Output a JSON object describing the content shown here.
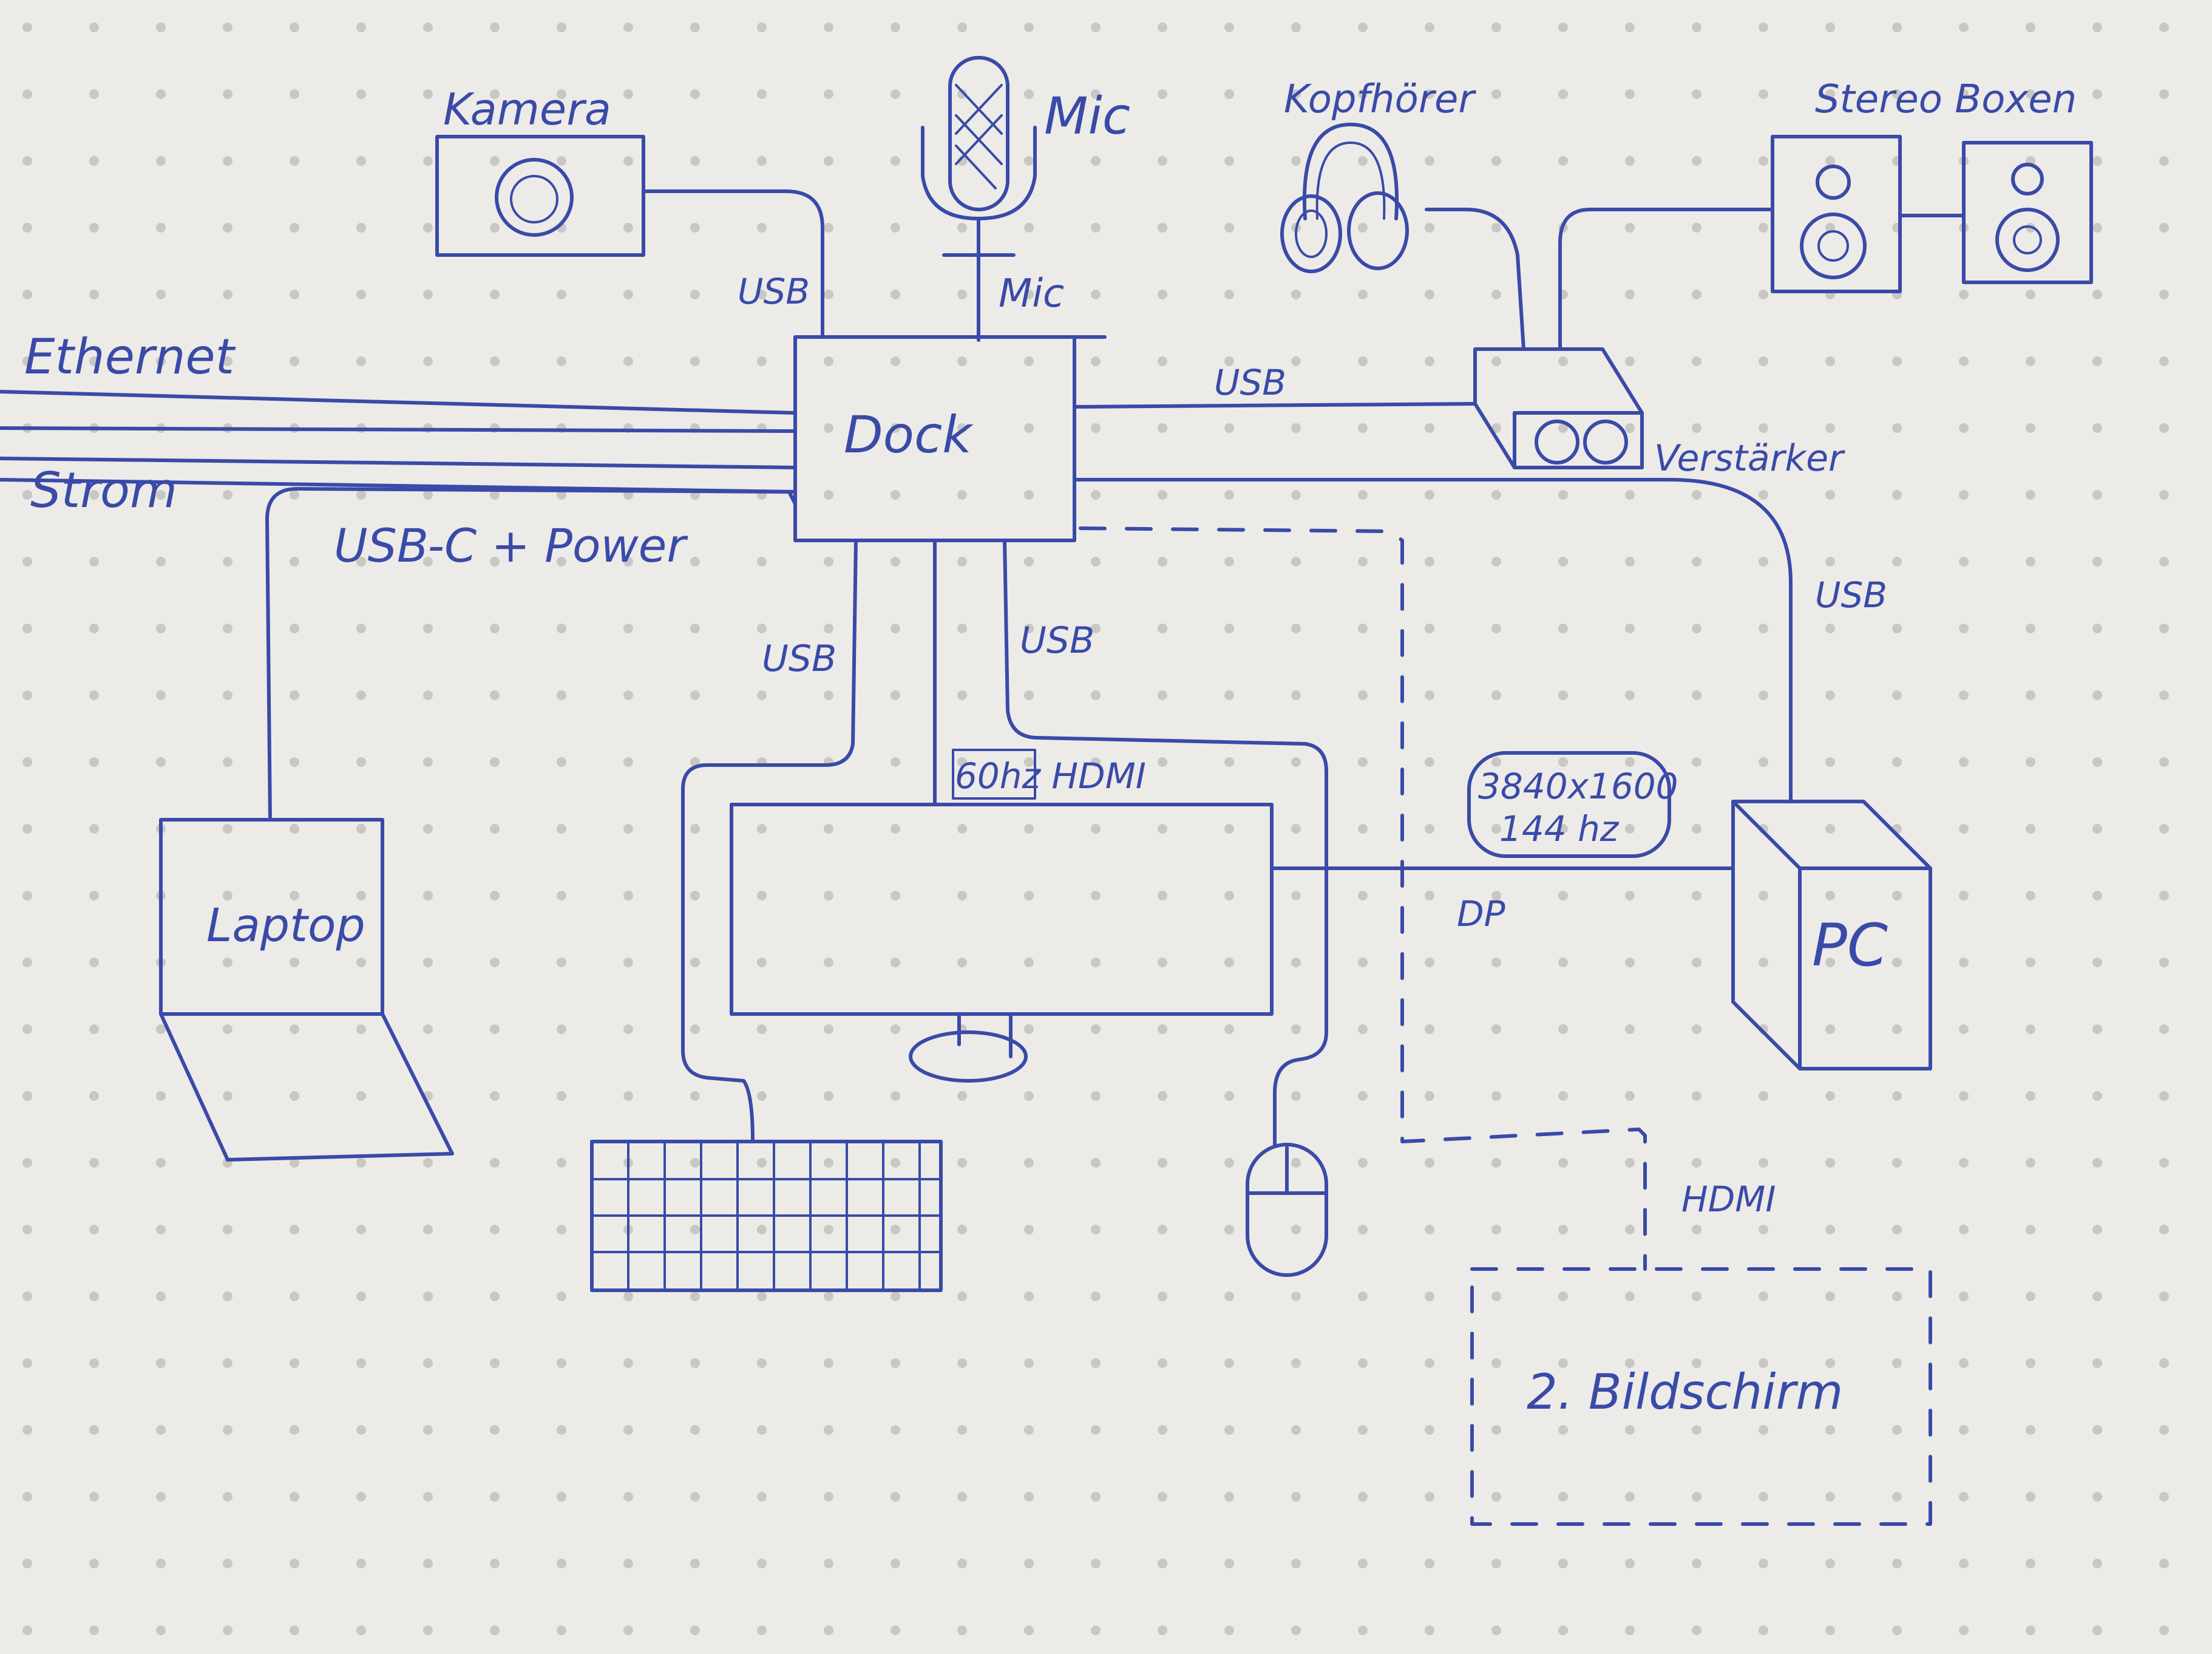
{
  "diagram": {
    "nodes": {
      "kamera": "Kamera",
      "mic_top": "Mic",
      "mic_side": "Mic",
      "kopfhoerer": "Kopfhörer",
      "stereo_boxen": "Stereo Boxen",
      "ethernet": "Ethernet",
      "strom": "Strom",
      "dock": "Dock",
      "verstaerker": "Verstärker",
      "laptop": "Laptop",
      "pc": "PC",
      "second_screen": "2. Bildschirm"
    },
    "edges": {
      "camera_usb": "USB",
      "dock_verst_usb": "USB",
      "laptop_link": "USB-C + Power",
      "keyboard_usb": "USB",
      "mouse_usb": "USB",
      "monitor_hdmi": "60hz HDMI",
      "pc_usb": "USB",
      "resolution_line1": "3840x1600",
      "resolution_line2": "144 hz",
      "dp": "DP",
      "second_hdmi": "HDMI"
    },
    "colors": {
      "ink": "#3a4aa8",
      "paper": "#ecebe8",
      "dot": "#c9c7c2"
    }
  }
}
